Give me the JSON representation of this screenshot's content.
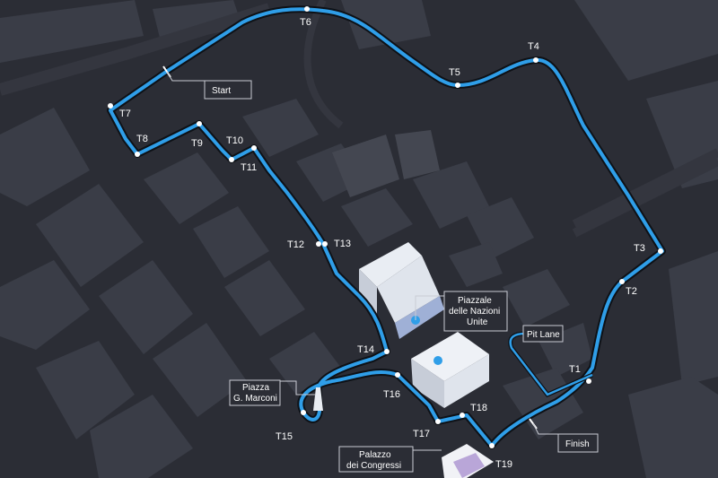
{
  "colors": {
    "background": "#2b2d35",
    "block": "#3a3d47",
    "track": "#2f9ee8",
    "track_outline": "#0e1116",
    "label_border": "#c9ccd4",
    "text": "#ffffff"
  },
  "turns": [
    "T1",
    "T2",
    "T3",
    "T4",
    "T5",
    "T6",
    "T7",
    "T8",
    "T9",
    "T10",
    "T11",
    "T12",
    "T13",
    "T14",
    "T15",
    "T16",
    "T17",
    "T18",
    "T19"
  ],
  "labels": {
    "start": "Start",
    "finish": "Finish",
    "pit_lane": "Pit Lane",
    "piazzale_line1": "Piazzale",
    "piazzale_line2": "delle Nazioni",
    "piazzale_line3": "Unite",
    "marconi_line1": "Piazza",
    "marconi_line2": "G. Marconi",
    "congressi_line1": "Palazzo",
    "congressi_line2": "dei Congressi"
  }
}
